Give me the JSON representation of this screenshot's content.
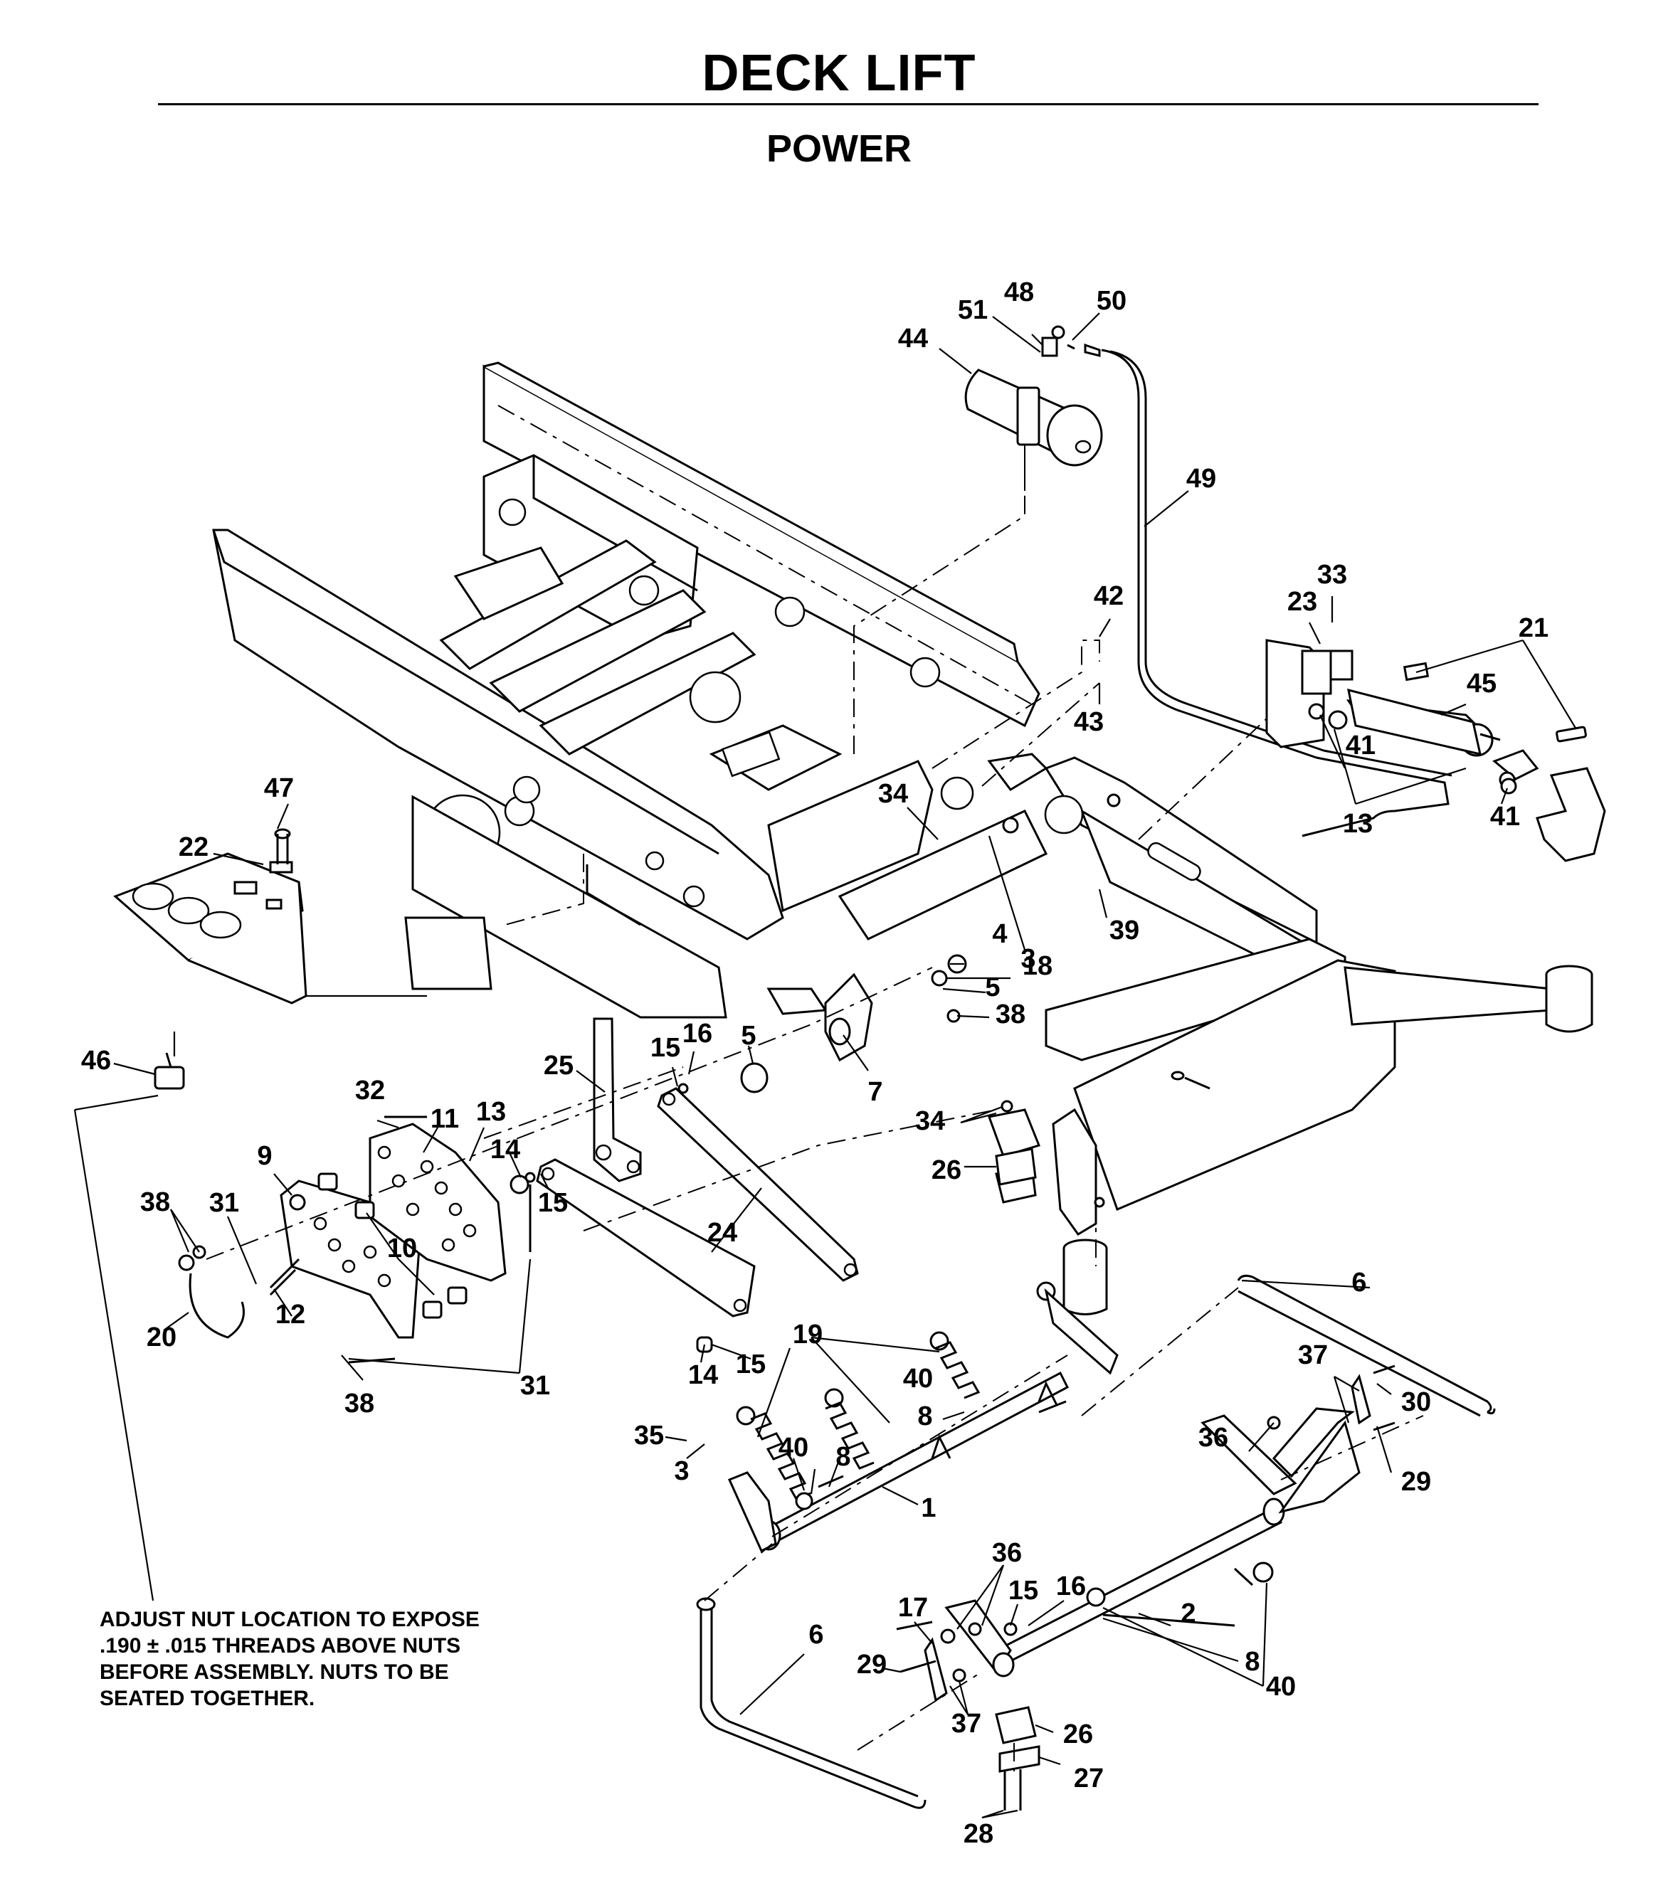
{
  "header": {
    "title": "DECK LIFT",
    "subtitle": "POWER"
  },
  "note": {
    "lines": [
      "ADJUST NUT LOCATION TO EXPOSE",
      ".190 ± .015 THREADS ABOVE NUTS",
      "BEFORE ASSEMBLY. NUTS TO BE",
      "SEATED TOGETHER."
    ]
  },
  "callouts": [
    {
      "id": "c48",
      "label": "48"
    },
    {
      "id": "c51",
      "label": "51"
    },
    {
      "id": "c50",
      "label": "50"
    },
    {
      "id": "c44",
      "label": "44"
    },
    {
      "id": "c49",
      "label": "49"
    },
    {
      "id": "c42",
      "label": "42"
    },
    {
      "id": "c43",
      "label": "43"
    },
    {
      "id": "c33",
      "label": "33"
    },
    {
      "id": "c23",
      "label": "23"
    },
    {
      "id": "c21",
      "label": "21"
    },
    {
      "id": "c45",
      "label": "45"
    },
    {
      "id": "c41a",
      "label": "41"
    },
    {
      "id": "c41b",
      "label": "41"
    },
    {
      "id": "c13a",
      "label": "13"
    },
    {
      "id": "c47",
      "label": "47"
    },
    {
      "id": "c22",
      "label": "22"
    },
    {
      "id": "c34a",
      "label": "34"
    },
    {
      "id": "c3a",
      "label": "3"
    },
    {
      "id": "c39",
      "label": "39"
    },
    {
      "id": "c4",
      "label": "4"
    },
    {
      "id": "c18",
      "label": "18"
    },
    {
      "id": "c5a",
      "label": "5"
    },
    {
      "id": "c38a",
      "label": "38"
    },
    {
      "id": "c46",
      "label": "46"
    },
    {
      "id": "c25",
      "label": "25"
    },
    {
      "id": "c15a",
      "label": "15"
    },
    {
      "id": "c16a",
      "label": "16"
    },
    {
      "id": "c5b",
      "label": "5"
    },
    {
      "id": "c7",
      "label": "7"
    },
    {
      "id": "c34b",
      "label": "34"
    },
    {
      "id": "c32",
      "label": "32"
    },
    {
      "id": "c11",
      "label": "11"
    },
    {
      "id": "c13b",
      "label": "13"
    },
    {
      "id": "c26a",
      "label": "26"
    },
    {
      "id": "c9",
      "label": "9"
    },
    {
      "id": "c14a",
      "label": "14"
    },
    {
      "id": "c15b",
      "label": "15"
    },
    {
      "id": "c38b",
      "label": "38"
    },
    {
      "id": "c31a",
      "label": "31"
    },
    {
      "id": "c24",
      "label": "24"
    },
    {
      "id": "c10",
      "label": "10"
    },
    {
      "id": "c20",
      "label": "20"
    },
    {
      "id": "c12",
      "label": "12"
    },
    {
      "id": "c6a",
      "label": "6"
    },
    {
      "id": "c19",
      "label": "19"
    },
    {
      "id": "c14b",
      "label": "14"
    },
    {
      "id": "c15c",
      "label": "15"
    },
    {
      "id": "c40a",
      "label": "40"
    },
    {
      "id": "c38c",
      "label": "38"
    },
    {
      "id": "c31b",
      "label": "31"
    },
    {
      "id": "c37a",
      "label": "37"
    },
    {
      "id": "c8a",
      "label": "8"
    },
    {
      "id": "c30",
      "label": "30"
    },
    {
      "id": "c35",
      "label": "35"
    },
    {
      "id": "c36a",
      "label": "36"
    },
    {
      "id": "c3b",
      "label": "3"
    },
    {
      "id": "c40b",
      "label": "40"
    },
    {
      "id": "c8b",
      "label": "8"
    },
    {
      "id": "c29a",
      "label": "29"
    },
    {
      "id": "c1",
      "label": "1"
    },
    {
      "id": "c36b",
      "label": "36"
    },
    {
      "id": "c15d",
      "label": "15"
    },
    {
      "id": "c16b",
      "label": "16"
    },
    {
      "id": "c17",
      "label": "17"
    },
    {
      "id": "c6b",
      "label": "6"
    },
    {
      "id": "c2",
      "label": "2"
    },
    {
      "id": "c29b",
      "label": "29"
    },
    {
      "id": "c8c",
      "label": "8"
    },
    {
      "id": "c40c",
      "label": "40"
    },
    {
      "id": "c37b",
      "label": "37"
    },
    {
      "id": "c26b",
      "label": "26"
    },
    {
      "id": "c27",
      "label": "27"
    },
    {
      "id": "c28",
      "label": "28"
    }
  ]
}
